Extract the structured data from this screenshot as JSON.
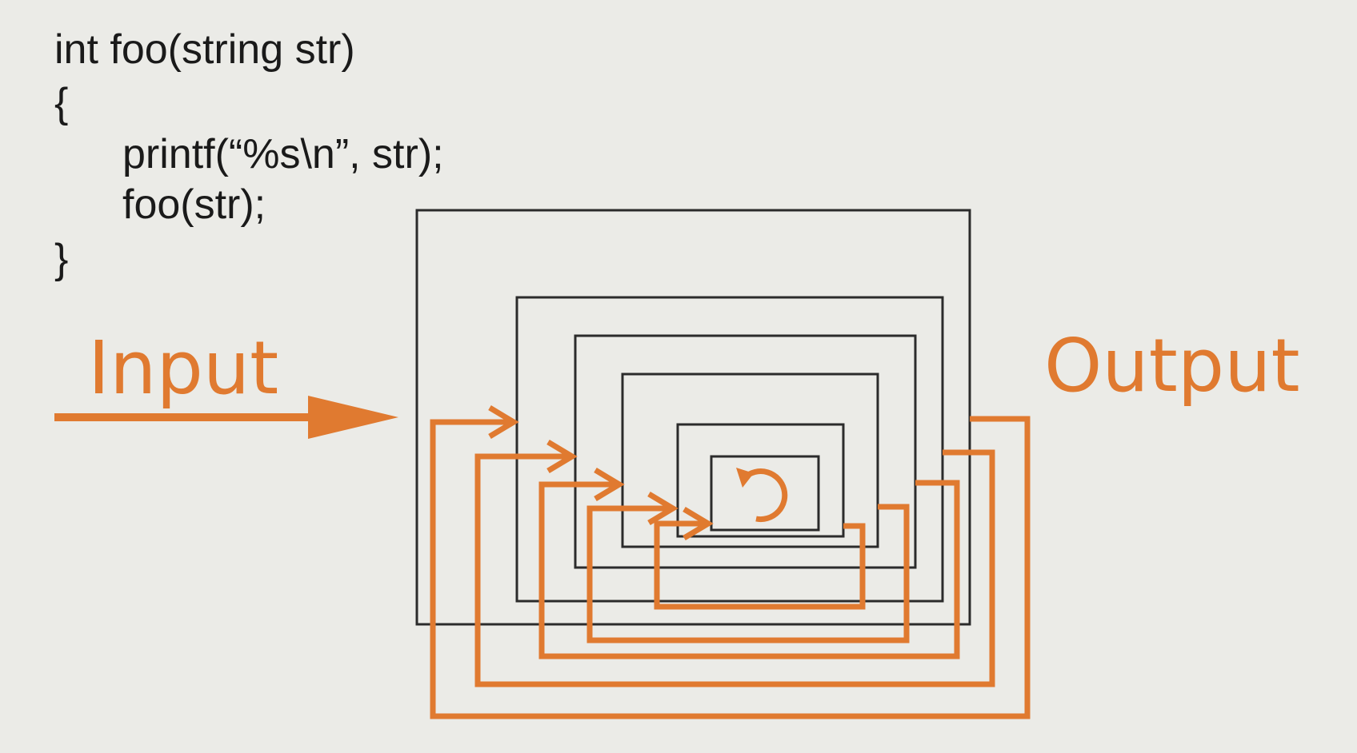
{
  "code": {
    "line1": "int foo(string str)",
    "line2": "{",
    "line3": "printf(“%s\\n”, str);",
    "line4": "foo(str);",
    "line5": "}"
  },
  "labels": {
    "input": "Input",
    "output": "Output"
  },
  "colors": {
    "accent": "#e07a30",
    "frame": "#2b2b2b",
    "background": "#ebebe7",
    "text": "#1a1a1a"
  },
  "icons": {
    "loop": "refresh-icon"
  }
}
